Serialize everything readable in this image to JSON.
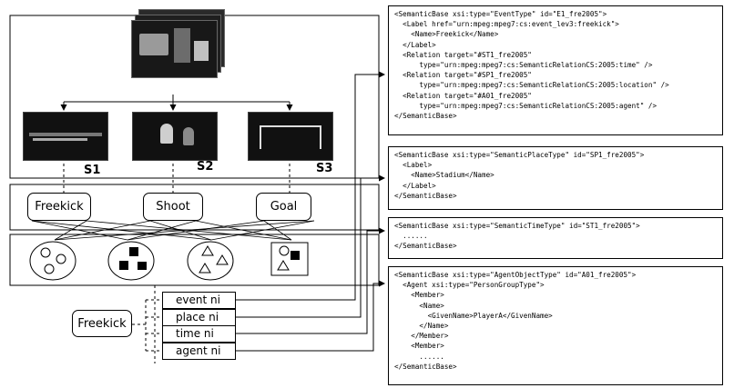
{
  "video": {
    "shots": [
      {
        "label": "S1"
      },
      {
        "label": "S2"
      },
      {
        "label": "S3"
      }
    ]
  },
  "events": [
    {
      "label": "Freekick"
    },
    {
      "label": "Shoot"
    },
    {
      "label": "Goal"
    }
  ],
  "instance": {
    "name": "Freekick",
    "fields": [
      {
        "label": "event ni"
      },
      {
        "label": "place ni"
      },
      {
        "label": "time ni"
      },
      {
        "label": "agent ni"
      }
    ]
  },
  "xml_blocks": [
    {
      "lines": [
        "<SemanticBase xsi:type=\"EventType\" id=\"E1_fre2005\">",
        "  <Label href=\"urn:mpeg:mpeg7:cs:event_lev3:freekick\">",
        "    <Name>Freekick</Name>",
        "  </Label>",
        "  <Relation target=\"#ST1_fre2005\"",
        "      type=\"urn:mpeg:mpeg7:cs:SemanticRelationCS:2005:time\" />",
        "  <Relation target=\"#SP1_fre2005\"",
        "      type=\"urn:mpeg:mpeg7:cs:SemanticRelationCS:2005:location\" />",
        "  <Relation target=\"#A01_fre2005\"",
        "      type=\"urn:mpeg:mpeg7:cs:SemanticRelationCS:2005:agent\" />",
        "</SemanticBase>"
      ]
    },
    {
      "lines": [
        "<SemanticBase xsi:type=\"SemanticPlaceType\" id=\"SP1_fre2005\">",
        "  <Label>",
        "    <Name>Stadium</Name>",
        "  </Label>",
        "</SemanticBase>"
      ]
    },
    {
      "lines": [
        "<SemanticBase xsi:type=\"SemanticTimeType\" id=\"ST1_fre2005\">",
        "  ......",
        "</SemanticBase>"
      ]
    },
    {
      "lines": [
        "<SemanticBase xsi:type=\"AgentObjectType\" id=\"A01_fre2005\">",
        "  <Agent xsi:type=\"PersonGroupType\">",
        "    <Member>",
        "      <Name>",
        "        <GivenName>PlayerA</GivenName>",
        "      </Name>",
        "    </Member>",
        "    <Member>",
        "      ......",
        "</SemanticBase>"
      ]
    }
  ],
  "icons": [
    "video-frame-stack-icon",
    "soccer-shot-thumbnail-icon",
    "circles-cluster-icon",
    "squares-cluster-icon",
    "triangles-cluster-icon",
    "mixed-shapes-icon"
  ]
}
